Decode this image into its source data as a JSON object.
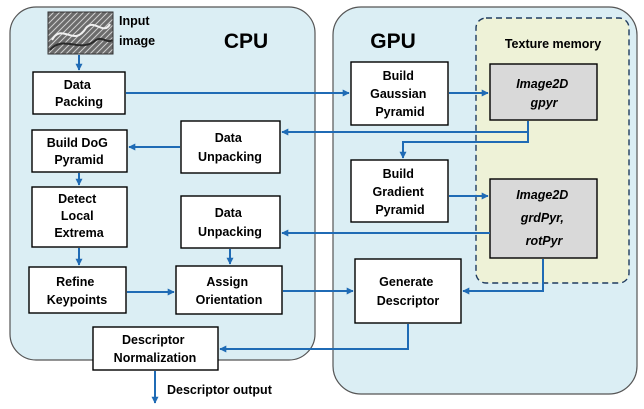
{
  "cpu": {
    "label": "CPU"
  },
  "gpu": {
    "label": "GPU"
  },
  "input": {
    "label_line1": "Input",
    "label_line2": "image",
    "thumbnail": "input-image-thumbnail"
  },
  "texture_memory": {
    "label": "Texture memory"
  },
  "cpu_blocks": {
    "data_packing": [
      "Data",
      "Packing"
    ],
    "build_dog": [
      "Build DoG",
      "Pyramid"
    ],
    "detect_extrema": [
      "Detect",
      "Local",
      "Extrema"
    ],
    "refine_keypoints": [
      "Refine",
      "Keypoints"
    ],
    "data_unpacking_1": [
      "Data",
      "Unpacking"
    ],
    "data_unpacking_2": [
      "Data",
      "Unpacking"
    ],
    "assign_orientation": [
      "Assign",
      "Orientation"
    ],
    "descriptor_normalization": [
      "Descriptor",
      "Normalization"
    ]
  },
  "gpu_blocks": {
    "gaussian_pyramid": [
      "Build",
      "Gaussian",
      "Pyramid"
    ],
    "gradient_pyramid": [
      "Build",
      "Gradient",
      "Pyramid"
    ],
    "generate_descriptor": [
      "Generate",
      "Descriptor"
    ]
  },
  "texture_blocks": {
    "gpyr": [
      "Image2D",
      "gpyr"
    ],
    "grdpyr": [
      "Image2D",
      "grdPyr,",
      "rotPyr"
    ]
  },
  "output": {
    "label": "Descriptor output"
  },
  "colors": {
    "region_fill": "#dbeef4",
    "texture_fill": "#eef2d7",
    "arrow": "#1f6bb5",
    "gray_block": "#d9d9d9"
  }
}
